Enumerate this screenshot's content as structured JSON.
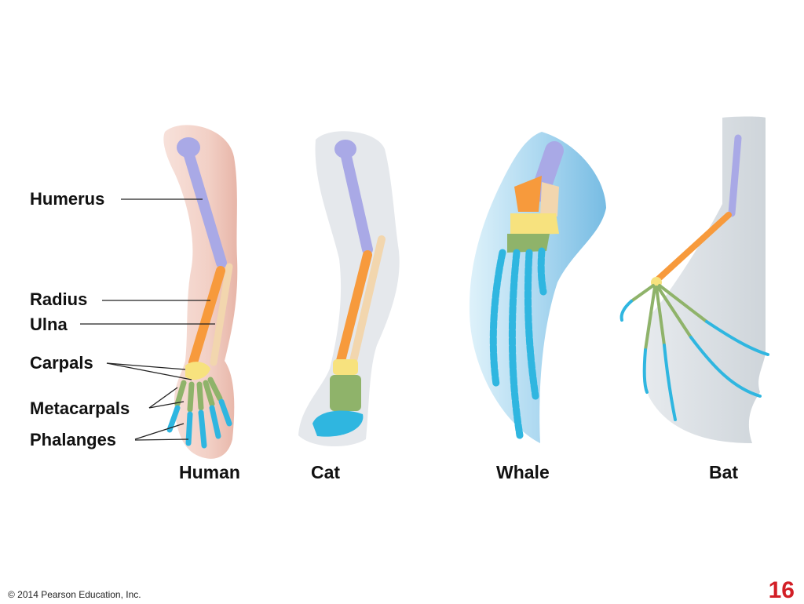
{
  "labels": {
    "humerus": "Humerus",
    "radius": "Radius",
    "ulna": "Ulna",
    "carpals": "Carpals",
    "metacarpals": "Metacarpals",
    "phalanges": "Phalanges"
  },
  "captions": {
    "human": "Human",
    "cat": "Cat",
    "whale": "Whale",
    "bat": "Bat"
  },
  "footer": {
    "copyright": "© 2014 Pearson Education, Inc.",
    "slide_number": "16"
  },
  "colors": {
    "humerus": "#a9a9e6",
    "radius": "#f79a3c",
    "ulna": "#f2d6ae",
    "carpals": "#f7e27e",
    "metacarpals": "#8fb36a",
    "phalanges": "#2fb6e0",
    "slide_number": "#d21f26"
  }
}
